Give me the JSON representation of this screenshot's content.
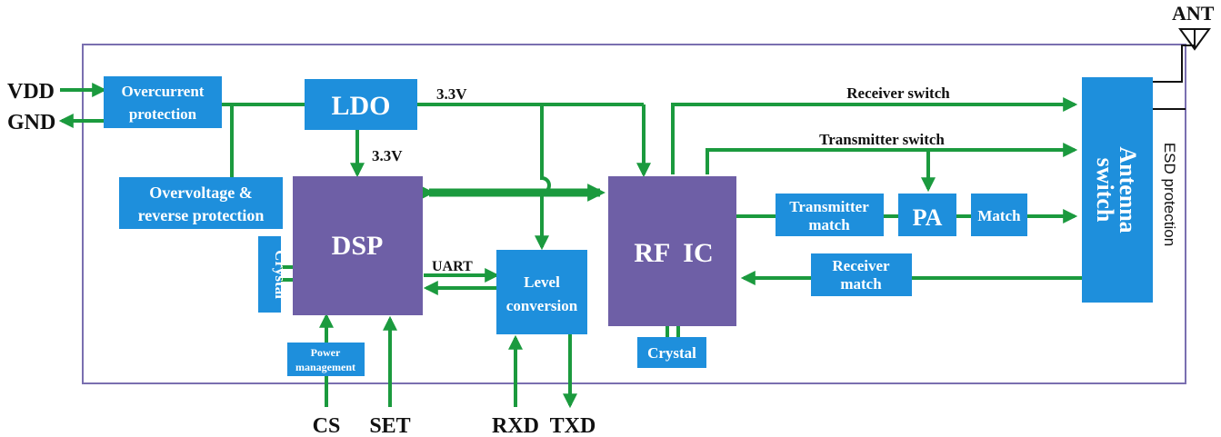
{
  "colors": {
    "block_blue": "#1e8fdc",
    "block_purple": "#6e5fa6",
    "wire_green": "#1b9a3e",
    "frame": "#7a6fb0"
  },
  "external": {
    "vdd": "VDD",
    "gnd": "GND",
    "ant": "ANT",
    "cs": "CS",
    "set": "SET",
    "rxd": "RXD",
    "txd": "TXD"
  },
  "blocks": {
    "overcurrent": [
      "Overcurrent",
      "protection"
    ],
    "ldo": "LDO",
    "overvoltage": [
      "Overvoltage &",
      "reverse protection"
    ],
    "dsp": "DSP",
    "crystal_dsp": "Crystal",
    "power_management": [
      "Power",
      "management"
    ],
    "level_conversion": [
      "Level",
      "conversion"
    ],
    "rf_ic": "RF  IC",
    "crystal_rf": "Crystal",
    "transmitter_match": [
      "Transmitter",
      "match"
    ],
    "pa": "PA",
    "match": "Match",
    "receiver_match": [
      "Receiver",
      "match"
    ],
    "antenna_switch": [
      "Antenna",
      "switch"
    ]
  },
  "labels": {
    "v33_top": "3.3V",
    "v33_dsp": "3.3V",
    "uart": "UART",
    "receiver_switch": "Receiver switch",
    "transmitter_switch": "Transmitter switch",
    "esd": "ESD protection"
  }
}
